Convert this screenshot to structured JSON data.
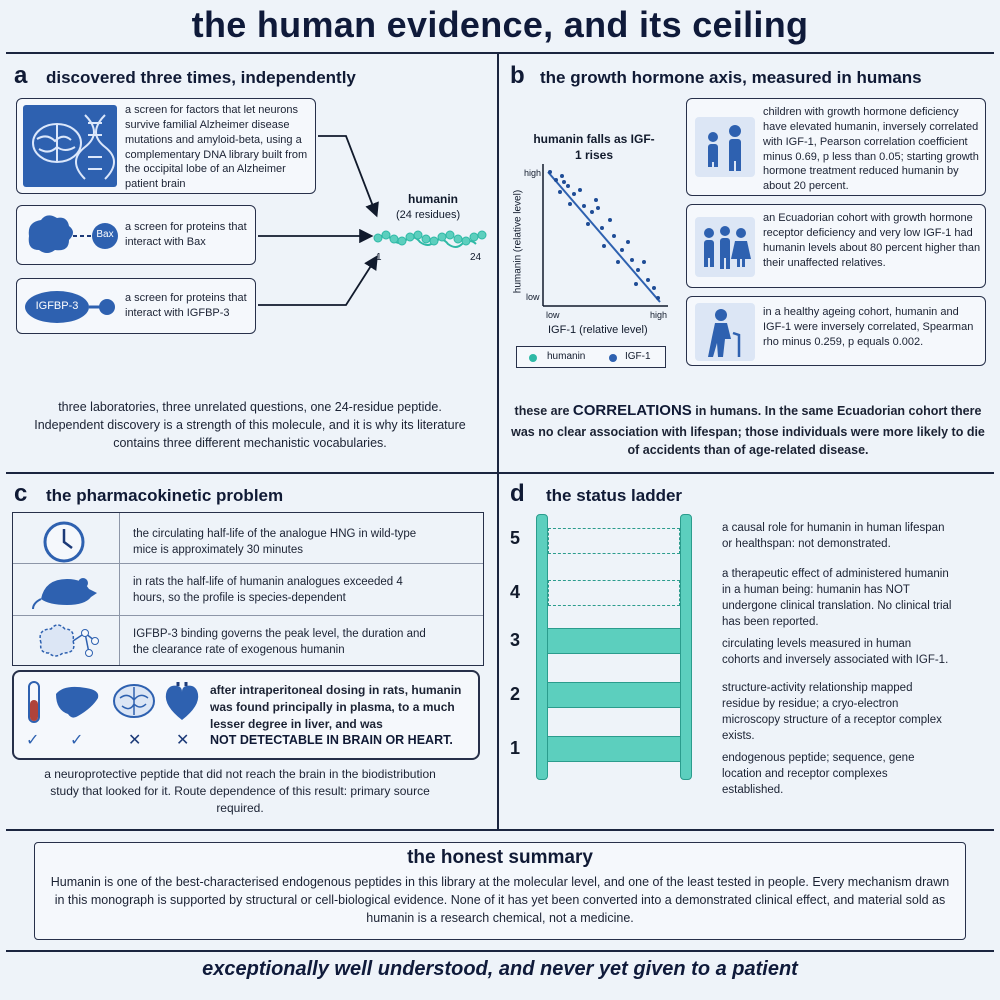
{
  "title": "the human evidence, and its ceiling",
  "panel_a": {
    "letter": "a",
    "title": "discovered three times, independently",
    "screens": [
      {
        "text": "a screen for factors that let neurons survive familial Alzheimer disease mutations and amyloid-beta, using a complementary DNA library built from the occipital lobe of an Alzheimer patient brain",
        "icon": "brain-dna-icon"
      },
      {
        "text": "a screen for proteins that interact with Bax",
        "icon": "bax-protein-icon",
        "icon_label": "Bax"
      },
      {
        "text": "a screen for proteins that interact with IGFBP-3",
        "icon": "igfbp3-protein-icon",
        "icon_label": "IGFBP-3"
      }
    ],
    "peptide_name": "humanin",
    "peptide_length": "(24 residues)",
    "residue_start": "1",
    "residue_end": "24",
    "caption": "three laboratories, three unrelated questions, one 24-residue peptide. Independent discovery is a strength of this molecule, and it is why its literature contains three different mechanistic vocabularies."
  },
  "panel_b": {
    "letter": "b",
    "title": "the growth hormone axis, measured in humans",
    "plot_title": "humanin falls as IGF-1 rises",
    "ylabel": "humanin (relative level)",
    "xlabel": "IGF-1 (relative level)",
    "y_high": "high",
    "y_low": "low",
    "x_low": "low",
    "x_high": "high",
    "legend": [
      {
        "label": "humanin",
        "color": "#2fb9a6"
      },
      {
        "label": "IGF-1",
        "color": "#2e61b0"
      }
    ],
    "cohorts": [
      {
        "text": "children with growth hormone deficiency have elevated humanin, inversely correlated with IGF-1, Pearson correlation coefficient minus 0.69, p less than 0.05; starting growth hormone treatment reduced humanin by about 20 percent.",
        "icon": "parent-child-icon"
      },
      {
        "text": "an Ecuadorian cohort with growth hormone receptor deficiency and very low IGF-1 had humanin levels about 80 percent higher than their unaffected relatives.",
        "icon": "family-group-icon"
      },
      {
        "text": "in a healthy ageing cohort, humanin and IGF-1 were inversely correlated, Spearman rho minus 0.259, p equals 0.002.",
        "icon": "elderly-person-icon"
      }
    ],
    "caption_pre": "these are ",
    "caption_emph": "CORRELATIONS",
    "caption_post": " in humans.  In the same Ecuadorian cohort there was no clear association with lifespan; those individuals were more likely to die of accidents than of age-related disease."
  },
  "panel_c": {
    "letter": "c",
    "title": "the pharmacokinetic problem",
    "rows": [
      {
        "text": "the circulating half-life of the analogue HNG in wild-type mice is approximately 30 minutes",
        "icon": "clock-icon"
      },
      {
        "text": "in rats the half-life of humanin analogues exceeded 4 hours, so the profile is species-dependent",
        "icon": "rat-icon"
      },
      {
        "text": "IGFBP-3 binding governs the peak level, the duration and the clearance rate of exogenous humanin",
        "icon": "binding-molecule-icon"
      }
    ],
    "biodist_pre": "after intraperitoneal dosing in rats, humanin was found principally in plasma, to a much lesser degree in liver, and was",
    "biodist_emph": "NOT DETECTABLE IN BRAIN OR HEART.",
    "organs": [
      {
        "name": "plasma-tube-icon",
        "mark": "✓"
      },
      {
        "name": "liver-icon",
        "mark": "✓"
      },
      {
        "name": "brain-icon",
        "mark": "✕"
      },
      {
        "name": "heart-icon",
        "mark": "✕"
      }
    ],
    "caption": "a neuroprotective peptide that did not reach the brain in the biodistribution study that looked for it. Route dependence of this result: primary source required."
  },
  "panel_d": {
    "letter": "d",
    "title": "the status ladder",
    "rungs": [
      {
        "num": "5",
        "text": "a causal role for humanin in human lifespan or healthspan: not demonstrated.",
        "achieved": false
      },
      {
        "num": "4",
        "text": "a therapeutic effect of administered humanin in a human being: humanin has NOT undergone clinical translation. No clinical trial has been reported.",
        "achieved": false
      },
      {
        "num": "3",
        "text": "circulating levels measured in human cohorts and inversely associated with IGF-1.",
        "achieved": true
      },
      {
        "num": "2",
        "text": "structure-activity relationship mapped residue by residue; a cryo-electron microscopy structure of a receptor complex exists.",
        "achieved": true
      },
      {
        "num": "1",
        "text": "endogenous peptide; sequence, gene location and receptor complexes established.",
        "achieved": true
      }
    ]
  },
  "summary": {
    "title": "the honest summary",
    "text": "Humanin is one of the best-characterised endogenous peptides in this library at the molecular level,  and one of the least tested in people. Every mechanism drawn in this monograph is supported by structural or cell-biological evidence. None of it has yet been converted into a demonstrated clinical effect, and material sold as humanin is a research chemical, not a medicine."
  },
  "footer": "exceptionally well understood, and never yet given to a patient",
  "colors": {
    "navy": "#0f1a3a",
    "blue": "#2e61b0",
    "teal": "#2fb9a6",
    "teal_fill": "#5ccfbe"
  }
}
